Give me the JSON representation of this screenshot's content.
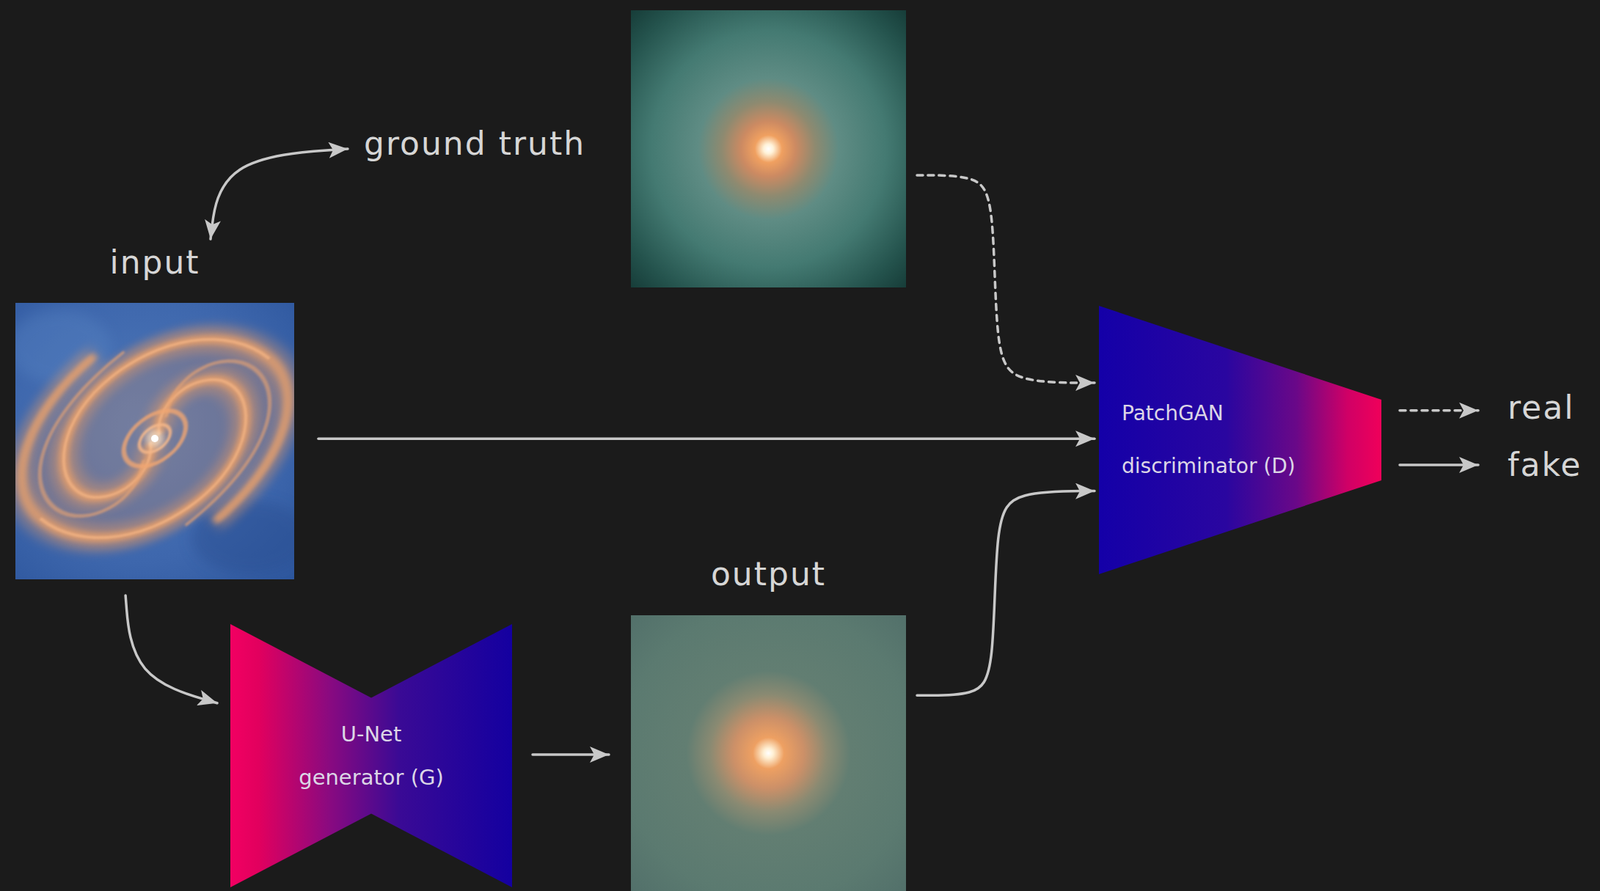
{
  "diagram": {
    "nodes": [
      {
        "text": [
          "input"
        ]
      },
      {
        "text": [
          "ground truth"
        ]
      },
      {
        "text": [
          "U-Net generator (G)"
        ]
      },
      {
        "text": [
          "output"
        ]
      },
      {
        "text": [
          "PatchGAN discriminator (D)"
        ]
      },
      {
        "text": [
          "real"
        ]
      },
      {
        "text": [
          "fake"
        ]
      }
    ],
    "edges": [
      {
        "from": 0,
        "to": 1,
        "arrow": "both"
      },
      {
        "from": 1,
        "to": 4,
        "arrow": "to"
      },
      {
        "from": 0,
        "to": 4,
        "arrow": "to"
      },
      {
        "from": 3,
        "to": 4,
        "arrow": "to"
      },
      {
        "from": 0,
        "to": 2,
        "arrow": "to"
      },
      {
        "from": 2,
        "to": 3,
        "arrow": "to"
      },
      {
        "from": 4,
        "to": 5,
        "arrow": "to"
      },
      {
        "from": 4,
        "to": 6,
        "arrow": "to"
      }
    ]
  }
}
